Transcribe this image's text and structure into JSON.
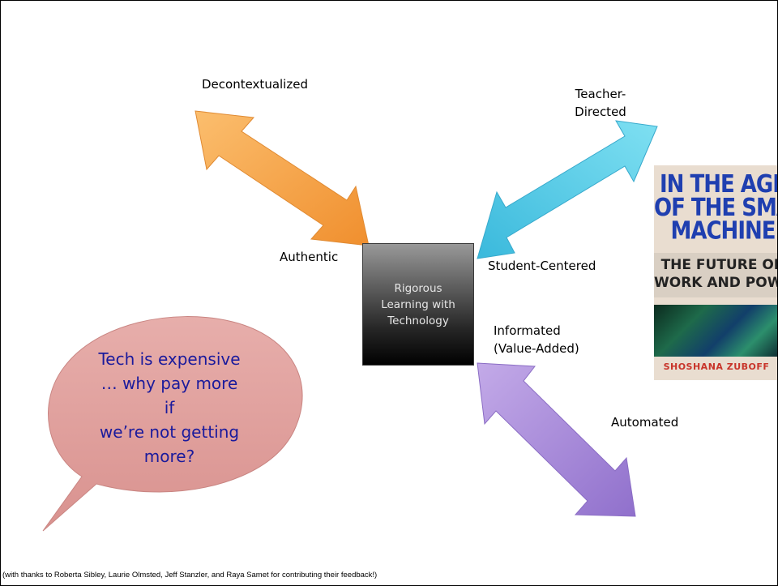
{
  "labels": {
    "decontextualized": "Decontextualized",
    "authentic": "Authentic",
    "teacher_directed_line1": "Teacher-",
    "teacher_directed_line2": "Directed",
    "student_centered": "Student-Centered",
    "informated_line1": "Informated",
    "informated_line2": "(Value-Added)",
    "automated": "Automated"
  },
  "center_box": {
    "line1": "Rigorous",
    "line2": "Learning with",
    "line3": "Technology"
  },
  "speech_bubble": {
    "line1": "Tech is expensive",
    "line2": "… why pay more if",
    "line3": "we’re not getting",
    "line4": "more?"
  },
  "book_cover": {
    "title_line1": "IN THE AGE",
    "title_line2": "OF THE SMART",
    "title_line3": "MACHINE",
    "subtitle_line1": "THE FUTURE OF",
    "subtitle_line2": "WORK AND POWER",
    "author": "SHOSHANA ZUBOFF"
  },
  "footnote": "(with thanks to Roberta Sibley, Laurie Olmsted, Jeff Stanzler, and Raya Samet for contributing their feedback!)",
  "colors": {
    "orange_arrow": "#f6a650",
    "cyan_arrow": "#55cde6",
    "purple_arrow": "#a98ad6",
    "bubble_fill": "#e2a3a1",
    "bubble_text": "#1a1a9c"
  }
}
